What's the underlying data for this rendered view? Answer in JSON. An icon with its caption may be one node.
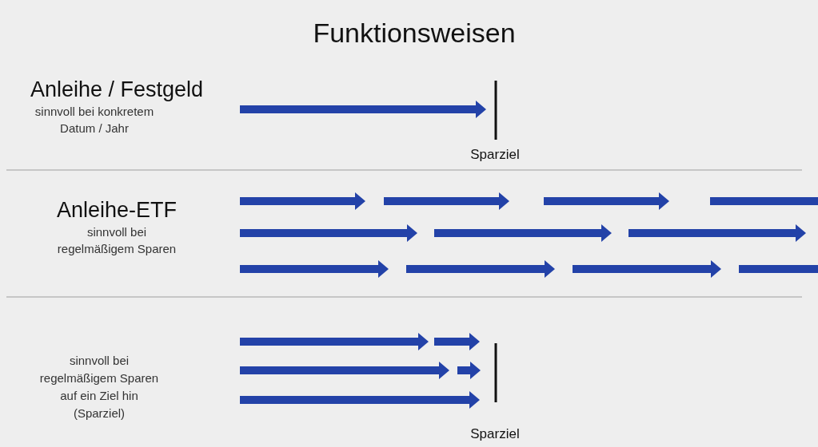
{
  "diagram": {
    "title": "Funktionsweisen",
    "labels": [
      "Anleihe / Festgeld",
      "sinnvoll bei konkretem Datum / Jahr",
      "Sparziel",
      "Anleihe-ETF",
      "sinnvoll bei regelmäßigem Sparen",
      "sinnvoll bei regelmäßigem Sparen auf ein Ziel hin (Sparziel)",
      "Sparziel"
    ]
  }
}
